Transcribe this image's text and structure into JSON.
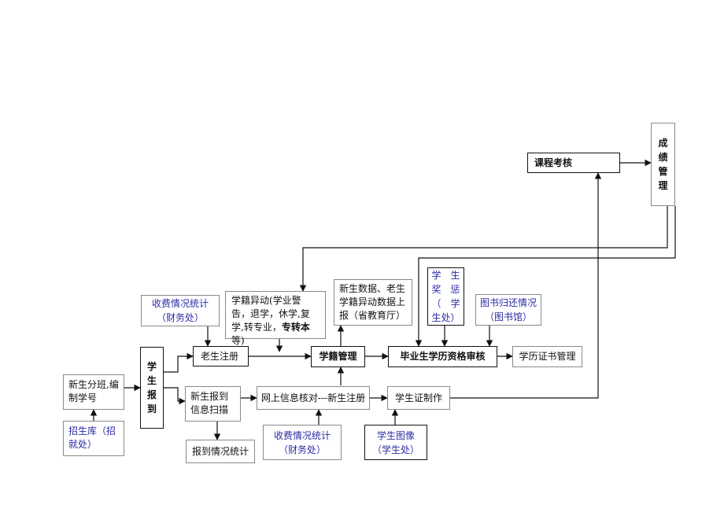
{
  "nodes": {
    "course_assessment": "课程考核",
    "grade_management": [
      "成",
      "绩",
      "管",
      "理"
    ],
    "student_status_change": {
      "prefix": "学籍异动(学业警告，退学，休学,复学,转专业，",
      "bold": "专转本",
      "suffix": "等)"
    },
    "new_student_data_report": "新生数据、老生学籍异动数据上报（省教育厅）",
    "rewards_punishment": [
      "学　生",
      "奖　惩",
      "（　学",
      "生处）"
    ],
    "library_return": [
      "图书归还情况",
      "（图书馆）"
    ],
    "fee_stats_top": [
      "收费情况统计",
      "（财务处）"
    ],
    "student_report": [
      "学",
      "生",
      "报",
      "到"
    ],
    "old_student_registration": "老生注册",
    "status_management": "学籍管理",
    "graduation_audit": "毕业生学历资格审核",
    "diploma_management": "学历证书管理",
    "class_assignment": "新生分班,编制学号",
    "new_student_scan": "新生报到信息扫描",
    "online_verification": "网上信息核对---新生注册",
    "student_id_card": "学生证制作",
    "admissions_db": "招生库（招就处）",
    "report_stats": "报到情况统计",
    "fee_stats_bottom": [
      "收费情况统计",
      "（财务处）"
    ],
    "student_photo": [
      "学生图像",
      "（学生处）"
    ]
  },
  "colors": {
    "line": "#111111",
    "blue_text": "#2b2ba6",
    "box_border_gray": "#8a8a8a"
  }
}
